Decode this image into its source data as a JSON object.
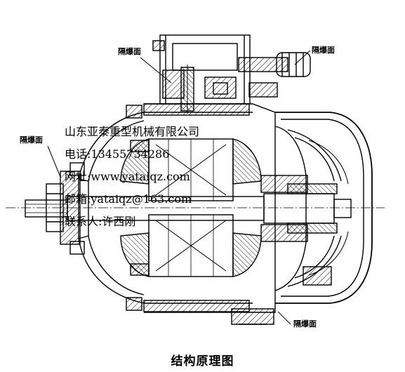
{
  "labels": {
    "flameproof_joint": "隔爆面"
  },
  "contact": {
    "company": "山东亚泰重型机械有限公司",
    "phone": "电话:13455734286",
    "website": "网址:www.yataiqz.com",
    "email": "邮箱:yataiqz@163.com",
    "contact_person": "联系人:许西刚"
  },
  "caption": "结构原理图",
  "colors": {
    "line": "#000000",
    "background": "#ffffff"
  }
}
